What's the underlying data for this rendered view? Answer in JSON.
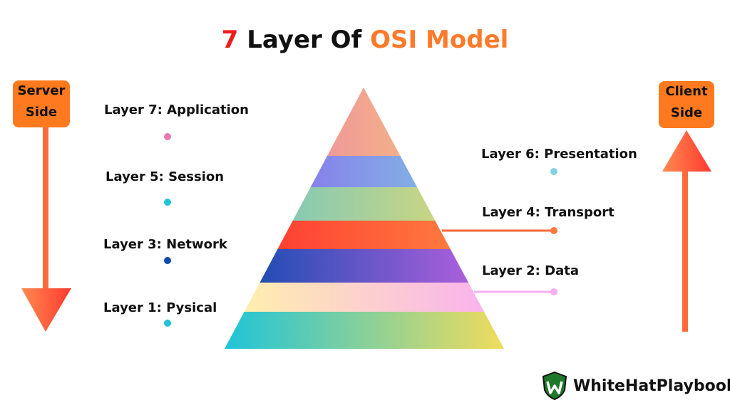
{
  "title": {
    "part1": "7",
    "part2": " Layer Of ",
    "part3": "OSI Model"
  },
  "colors": {
    "title_red": "#ee1c1c",
    "title_orange": "#ff7a2a",
    "arrow": "#ff6a3a",
    "box": "#ff7a1f"
  },
  "server_side": {
    "line1": "Server",
    "line2": "Side",
    "direction": "down"
  },
  "client_side": {
    "line1": "Client",
    "line2": "Side",
    "direction": "up"
  },
  "layers": [
    {
      "label": "Layer 7: Application",
      "side": "left"
    },
    {
      "label": "Layer 6: Presentation",
      "side": "right"
    },
    {
      "label": "Layer 5: Session",
      "side": "left"
    },
    {
      "label": "Layer 4: Transport",
      "side": "right"
    },
    {
      "label": "Layer 3: Network",
      "side": "left"
    },
    {
      "label": "Layer 2: Data",
      "side": "right"
    },
    {
      "label": "Layer 1: Pysical",
      "side": "left"
    }
  ],
  "brand": {
    "name": "WhiteHatPlaybook",
    "logo_letter": "W"
  }
}
